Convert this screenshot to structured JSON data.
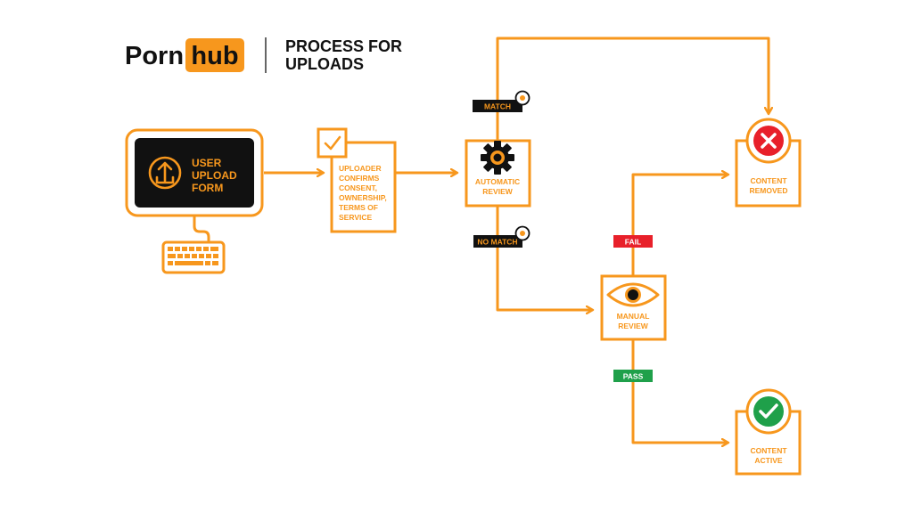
{
  "header": {
    "logo_left": "Porn",
    "logo_right": "hub",
    "title_line1": "PROCESS FOR",
    "title_line2": "UPLOADS"
  },
  "colors": {
    "accent": "#F7971D",
    "dark": "#111111",
    "fail": "#E8202A",
    "pass": "#1FA04A",
    "white": "#FFFFFF"
  },
  "nodes": {
    "upload_form": {
      "line1": "USER",
      "line2": "UPLOAD",
      "line3": "FORM",
      "icon": "upload-icon"
    },
    "uploader": {
      "line1": "UPLOADER",
      "line2": "CONFIRMS",
      "line3": "CONSENT,",
      "line4": "OWNERSHIP,",
      "line5": "TERMS OF",
      "line6": "SERVICE",
      "icon": "checkbox-check-icon"
    },
    "automatic_review": {
      "line1": "AUTOMATIC",
      "line2": "REVIEW",
      "icon": "gear-icon"
    },
    "manual_review": {
      "line1": "MANUAL",
      "line2": "REVIEW",
      "icon": "eye-icon"
    },
    "content_removed": {
      "line1": "CONTENT",
      "line2": "REMOVED",
      "icon": "x-circle-icon"
    },
    "content_active": {
      "line1": "CONTENT",
      "line2": "ACTIVE",
      "icon": "check-circle-icon"
    }
  },
  "edges": {
    "match": "MATCH",
    "no_match": "NO MATCH",
    "fail": "FAIL",
    "pass": "PASS"
  }
}
